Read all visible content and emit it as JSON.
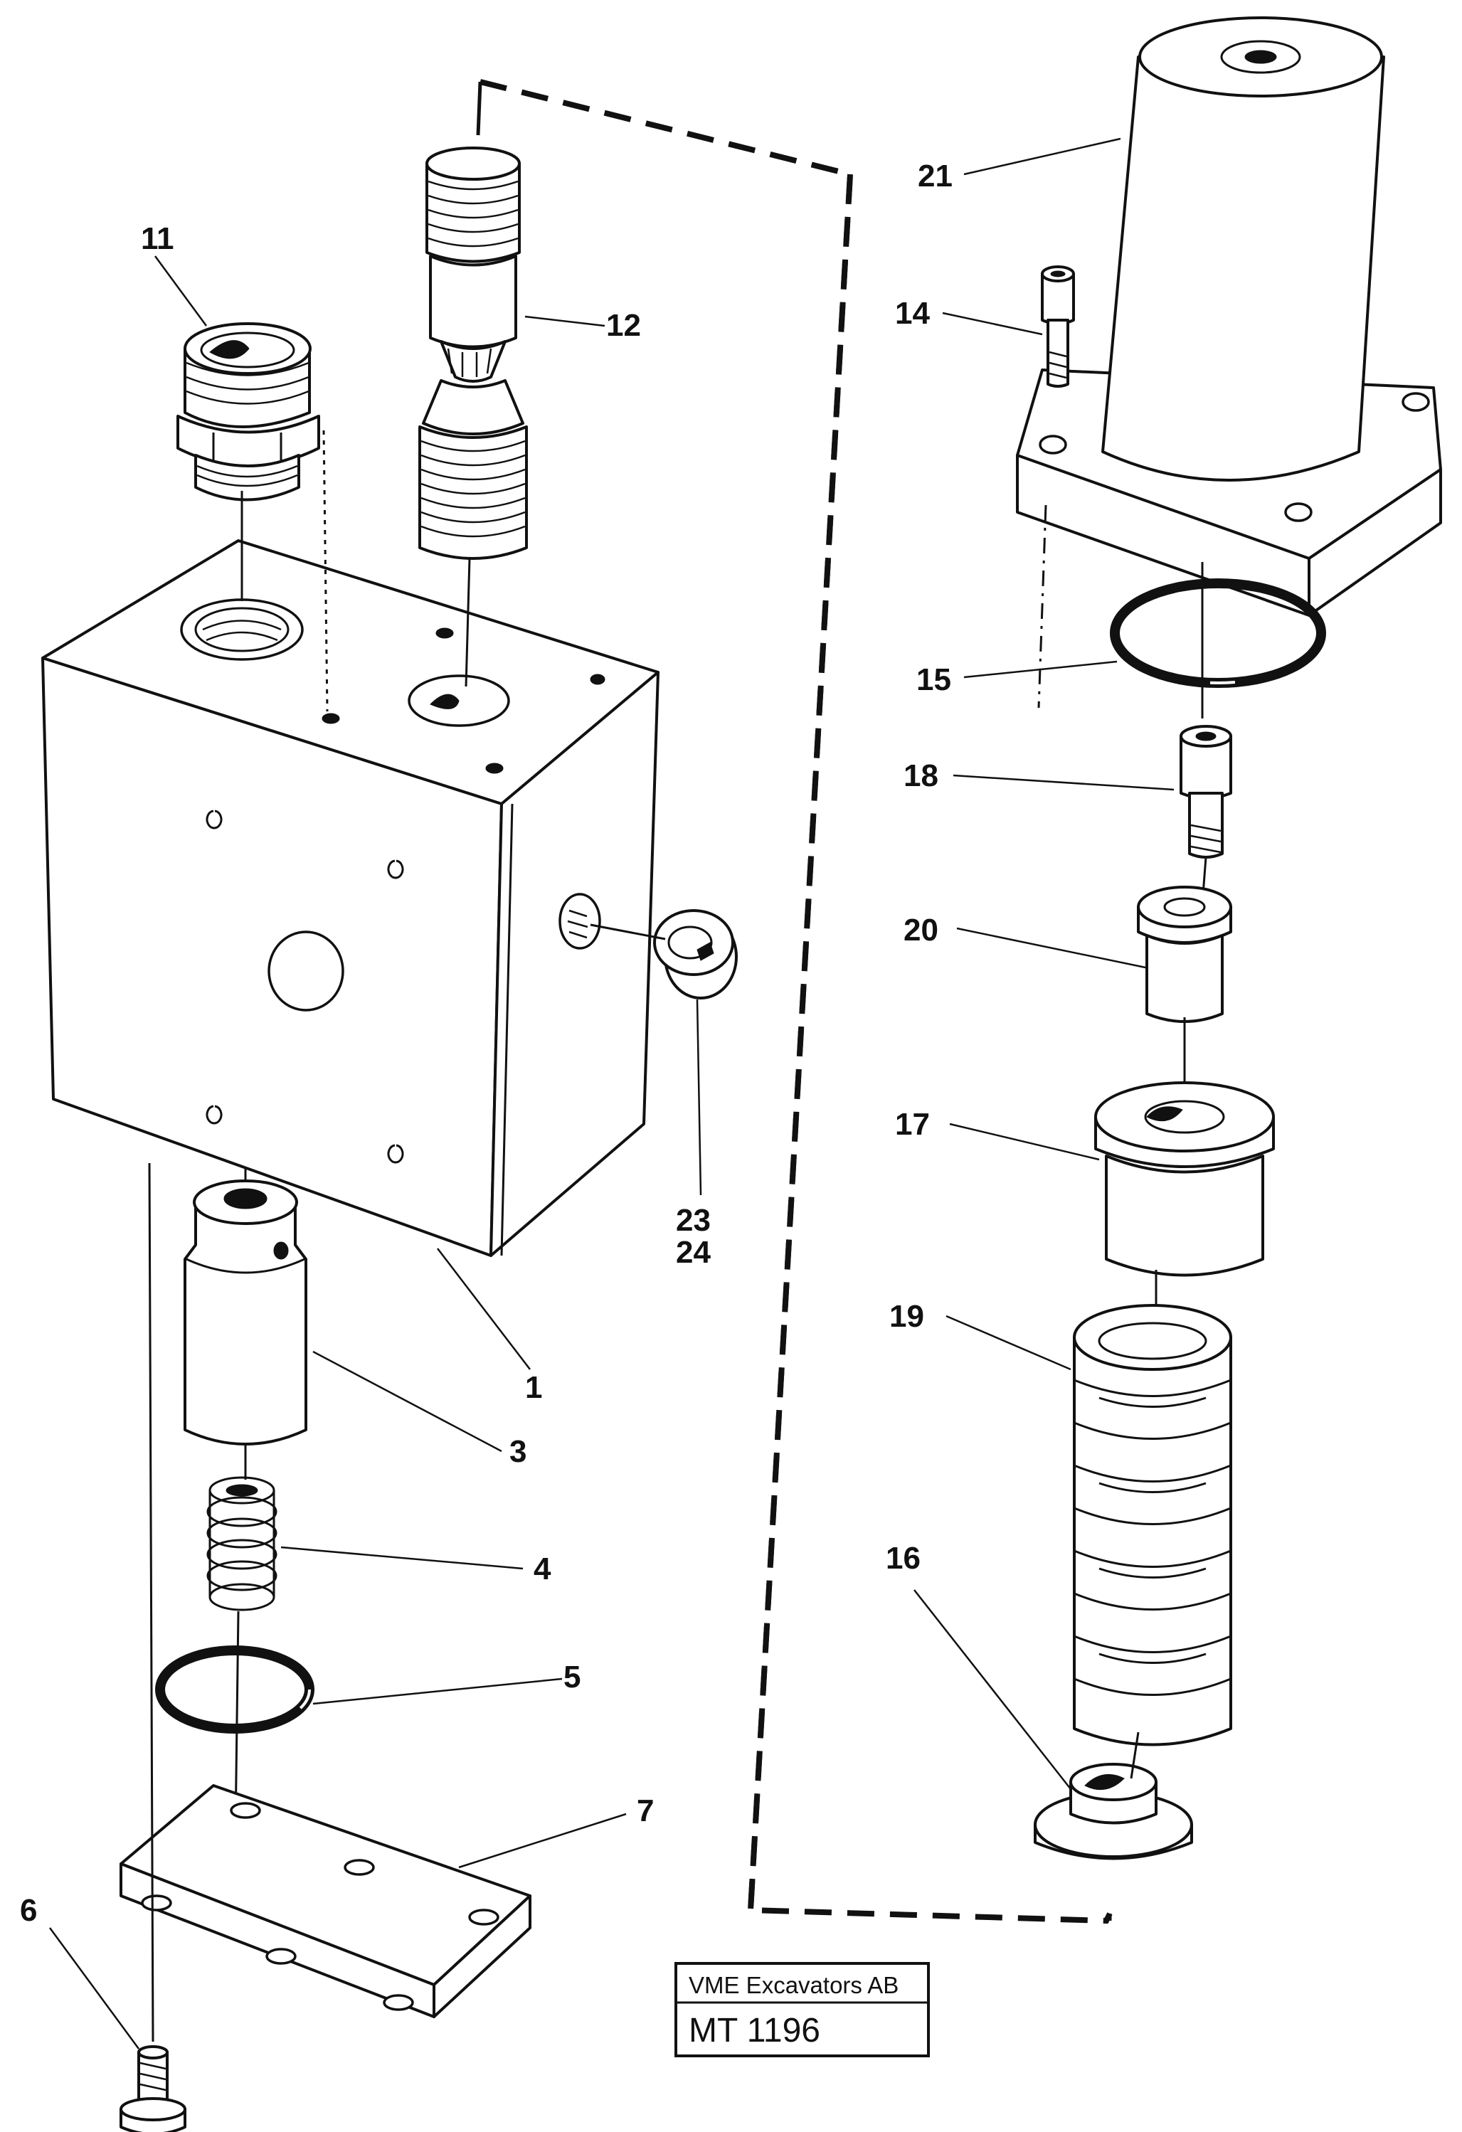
{
  "callouts": {
    "p1": "1",
    "p3": "3",
    "p4": "4",
    "p5": "5",
    "p6": "6",
    "p7": "7",
    "p11": "11",
    "p12": "12",
    "p14": "14",
    "p15": "15",
    "p16": "16",
    "p17": "17",
    "p18": "18",
    "p19": "19",
    "p20": "20",
    "p21": "21",
    "p23": "23",
    "p24": "24"
  },
  "title_block": {
    "company": "VME Excavators AB",
    "drawing_number": "MT 1196"
  }
}
